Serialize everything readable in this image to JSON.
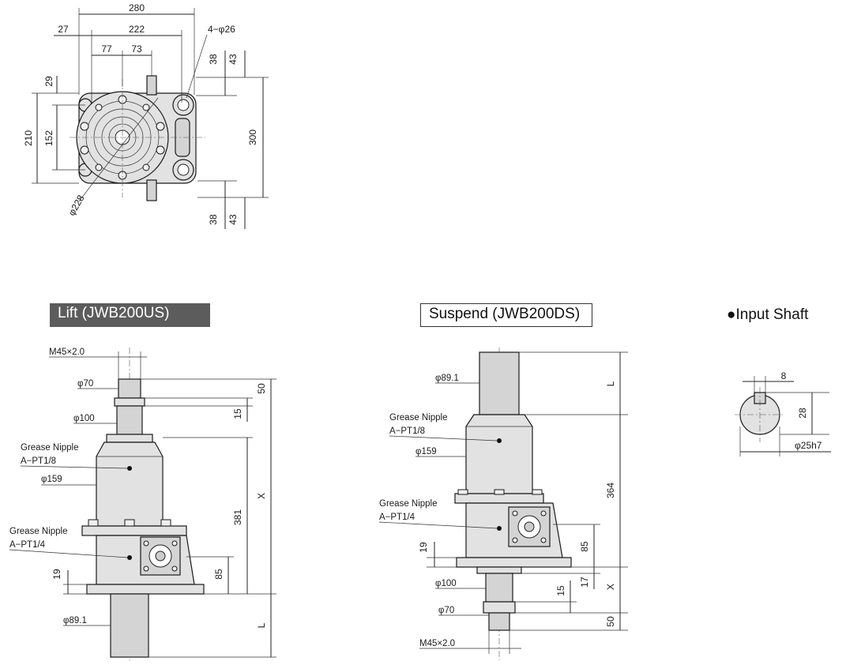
{
  "titles": {
    "lift": "Lift (JWB200US)",
    "suspend": "Suspend (JWB200DS)",
    "input_shaft": "●Input Shaft"
  },
  "top_view": {
    "dims": {
      "overall_width": "280",
      "offset_left": "27",
      "bolt_span": "222",
      "left_half": "77",
      "right_half": "73",
      "holes": "4−φ26",
      "top_38": "38",
      "top_43": "43",
      "offset_29": "29",
      "height_210": "210",
      "height_152": "152",
      "height_300": "300",
      "diameter_228": "φ228",
      "bottom_38": "38",
      "bottom_43": "43"
    }
  },
  "lift": {
    "dims": {
      "thread": "M45×2.0",
      "d70": "φ70",
      "d100": "φ100",
      "d159": "φ159",
      "d89_1": "φ89.1",
      "h50": "50",
      "h15": "15",
      "x": "X",
      "h381": "381",
      "h85": "85",
      "h19": "19",
      "l": "L"
    },
    "notes": {
      "grease_top_1": "Grease Nipple",
      "grease_top_2": "A−PT1/8",
      "grease_bot_1": "Grease Nipple",
      "grease_bot_2": "A−PT1/4"
    }
  },
  "suspend": {
    "dims": {
      "d89_1": "φ89.1",
      "d159": "φ159",
      "d100": "φ100",
      "d70": "φ70",
      "thread": "M45×2.0",
      "l": "L",
      "h364": "364",
      "h85": "85",
      "h19": "19",
      "h17": "17",
      "x": "X",
      "h15": "15",
      "h50": "50"
    },
    "notes": {
      "grease_top_1": "Grease Nipple",
      "grease_top_2": "A−PT1/8",
      "grease_bot_1": "Grease Nipple",
      "grease_bot_2": "A−PT1/4"
    }
  },
  "input_shaft": {
    "dims": {
      "key": "8",
      "height": "28",
      "diameter": "φ25h7"
    }
  }
}
